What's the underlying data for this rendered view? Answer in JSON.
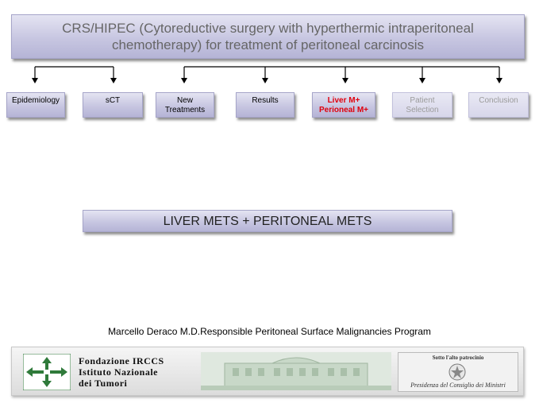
{
  "title": "CRS/HIPEC (Cytoreductive surgery with hyperthermic intraperitoneal chemotherapy) for treatment of peritoneal carcinosis",
  "nav": [
    {
      "id": "epidemiology",
      "lines": [
        "Epidemiology"
      ],
      "state": "normal"
    },
    {
      "id": "sct",
      "lines": [
        "sCT"
      ],
      "state": "normal"
    },
    {
      "id": "new-treatments",
      "lines": [
        "New",
        "Treatments"
      ],
      "state": "normal"
    },
    {
      "id": "results",
      "lines": [
        "Results"
      ],
      "state": "normal"
    },
    {
      "id": "liver-m-perioneal-m",
      "lines": [
        "Liver M+",
        "Perioneal M+"
      ],
      "state": "active"
    },
    {
      "id": "patient-selection",
      "lines": [
        "Patient",
        "Selection"
      ],
      "state": "dim"
    },
    {
      "id": "conclusion",
      "lines": [
        "Conclusion"
      ],
      "state": "dim"
    }
  ],
  "section_title": "LIVER METS + PERITONEAL  METS",
  "credit": "Marcello Deraco M.D.Responsible  Peritoneal Surface Malignancies Program",
  "footer": {
    "institution": [
      "Fondazione IRCCS",
      "Istituto Nazionale",
      "dei Tumori"
    ],
    "patronage_top": "Sotto l'alto patrocinio",
    "patronage_bottom": "Presidenza del Consiglio dei Ministri"
  },
  "colors": {
    "active": "#e0000c",
    "dim": "#9b9b9b",
    "box_fill": "#c7c6e1"
  }
}
